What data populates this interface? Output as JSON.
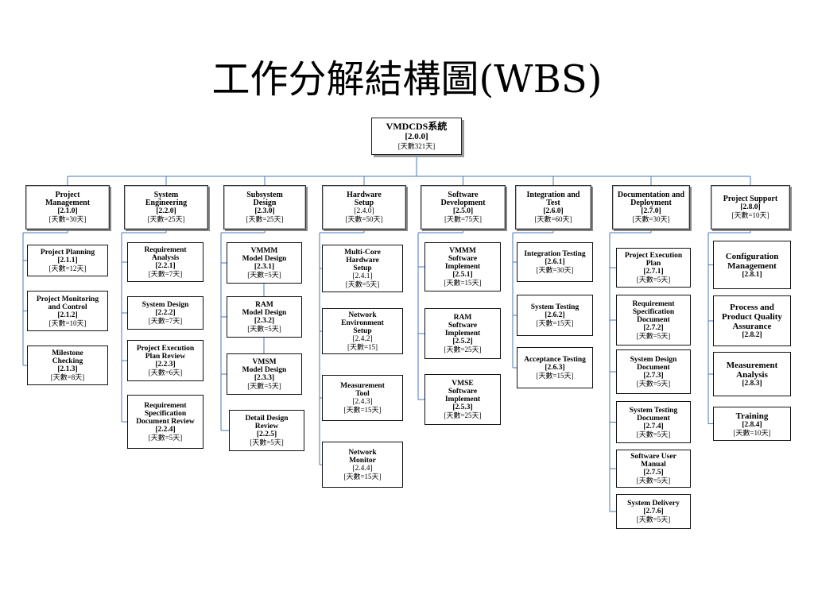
{
  "title": "工作分解結構圖(WBS)",
  "root": {
    "name": "VMDCDS系統",
    "code": "[2.0.0]",
    "duration": "[天數321天]"
  },
  "groups": [
    {
      "name": "Project\nManagement",
      "code": "[2.1.0]",
      "duration": "[天數=30天]",
      "children": [
        {
          "name": "Project Planning",
          "code": "[2.1.1]",
          "duration": "[天數=12天]"
        },
        {
          "name": "Project Monitoring\nand Control",
          "code": "[2.1.2]",
          "duration": "[天數=10天]"
        },
        {
          "name": "Milestone\nChecking",
          "code": "[2.1.3]",
          "duration": "[天數=8天]"
        }
      ]
    },
    {
      "name": "System\nEngineering",
      "code": "[2.2.0]",
      "duration": "[天數=25天]",
      "children": [
        {
          "name": "Requirement\nAnalysis",
          "code": "[2.2.1]",
          "duration": "[天數=7天]"
        },
        {
          "name": "System Design",
          "code": "[2.2.2]",
          "duration": "[天數=7天]"
        },
        {
          "name": "Project Execution\nPlan Review",
          "code": "[2.2.3]",
          "duration": "[天數=6天]"
        },
        {
          "name": "Requirement\nSpecification\nDocument Review",
          "code": "[2.2.4]",
          "duration": "[天數=5天]"
        }
      ]
    },
    {
      "name": "Subsystem\nDesign",
      "code": "[2.3.0]",
      "duration": "[天數=25天]",
      "children": [
        {
          "name": "VMMM\nModel Design",
          "code": "[2.3.1]",
          "duration": "[天數=5天]"
        },
        {
          "name": "RAM\nModel Design",
          "code": "[2.3.2]",
          "duration": "[天數=5天]"
        },
        {
          "name": "VMSM\nModel Design",
          "code": "[2.3.3]",
          "duration": "[天數=5天]"
        },
        {
          "name": "Detail Design\nReview",
          "code": "[2.2.5]",
          "duration": "[天數=5天]"
        }
      ]
    },
    {
      "name": "Hardware\nSetup",
      "code": "[2.4.0]",
      "duration": "[天數=50天]",
      "children": [
        {
          "name": "Multi-Core\nHardware\nSetup",
          "code": "[2.4.1]",
          "duration": "[天數=5天]"
        },
        {
          "name": "Network\nEnvironment\nSetup",
          "code": "[2.4.2]",
          "duration": "[天數=15]"
        },
        {
          "name": "Measurement\nTool",
          "code": "[2.4.3]",
          "duration": "[天數=15天]"
        },
        {
          "name": "Network\nMonitor",
          "code": "[2.4.4]",
          "duration": "[天數=15天]"
        }
      ]
    },
    {
      "name": "Software\nDevelopment",
      "code": "[2.5.0]",
      "duration": "[天數=75天]",
      "children": [
        {
          "name": "VMMM\nSoftware\nImplement",
          "code": "[2.5.1]",
          "duration": "[天數=15天]"
        },
        {
          "name": "RAM\nSoftware\nImplement",
          "code": "[2.5.2]",
          "duration": "[天數=25天]"
        },
        {
          "name": "VMSE\nSoftware\nImplement",
          "code": "[2.5.3]",
          "duration": "[天數=25天]"
        }
      ]
    },
    {
      "name": "Integration and\nTest",
      "code": "[2.6.0]",
      "duration": "[天數=60天]",
      "children": [
        {
          "name": "Integration Testing",
          "code": "[2.6.1]",
          "duration": "[天數=30天]"
        },
        {
          "name": "System Testing",
          "code": "[2.6.2]",
          "duration": "[天數=15天]"
        },
        {
          "name": "Acceptance Testing",
          "code": "[2.6.3]",
          "duration": "[天數=15天]"
        }
      ]
    },
    {
      "name": "Documentation and\nDeployment",
      "code": "[2.7.0]",
      "duration": "[天數=30天]",
      "children": [
        {
          "name": "Project Execution\nPlan",
          "code": "[2.7.1]",
          "duration": "[天數=5天]"
        },
        {
          "name": "Requirement\nSpecification\nDocument",
          "code": "[2.7.2]",
          "duration": "[天數=5天]"
        },
        {
          "name": "System Design\nDocument",
          "code": "[2.7.3]",
          "duration": "[天數=5天]"
        },
        {
          "name": "System Testing\nDocument",
          "code": "[2.7.4]",
          "duration": "[天數=5天]"
        },
        {
          "name": "Software User\nManual",
          "code": "[2.7.5]",
          "duration": "[天數=5天]"
        },
        {
          "name": "System Delivery",
          "code": "[2.7.6]",
          "duration": "[天數=5天]"
        }
      ]
    },
    {
      "name": "Project Support",
      "code": "[2.8.0]",
      "duration": "[天數=10天]",
      "children": [
        {
          "name": "Configuration\nManagement",
          "code": "[2.8.1]"
        },
        {
          "name": "Process and\nProduct Quality\nAssurance",
          "code": "[2.8.2]"
        },
        {
          "name": "Measurement\nAnalysis",
          "code": "[2.8.3]"
        },
        {
          "name": "Training",
          "code": "[2.8.4]",
          "duration": "[天數=10天]"
        }
      ]
    }
  ]
}
